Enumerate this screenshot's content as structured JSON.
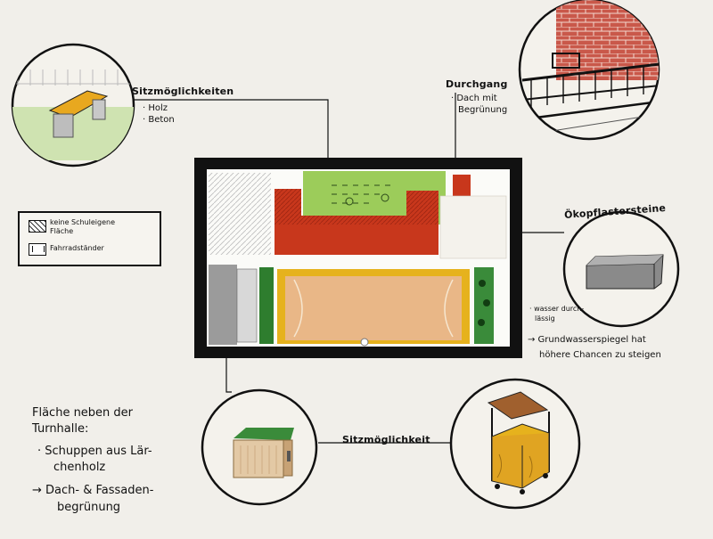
{
  "labels": {
    "seating_options": "Sitzmöglichkeiten",
    "seating_wood": "· Holz",
    "seating_concrete": "· Beton",
    "passage": "Durchgang",
    "passage_roof_line1": "· Dach mit",
    "passage_roof_line2": "Begrünung",
    "eco_paving": "Ökopflastersteine",
    "water_line1": "· wasser durch-",
    "water_line2": "lässig",
    "groundwater_line1": "→ Grundwasserspiegel hat",
    "groundwater_line2": "höhere Chancen zu steigen",
    "seating_single": "Sitzmöglichkeit",
    "gym_title_line1": "Fläche neben der",
    "gym_title_line2": "Turnhalle:",
    "gym_shed_line1": "· Schuppen aus Lär-",
    "gym_shed_line2": "chenholz",
    "gym_green_line1": "→ Dach- & Fassaden-",
    "gym_green_line2": "begrünung"
  },
  "legend": {
    "item1_line1": "keine Schuleigene",
    "item1_line2": "Fläche",
    "item2": "Fahrradständer"
  },
  "colors": {
    "paper": "#f1efea",
    "ink": "#111111",
    "red": "#c8371c",
    "green": "#8cc24a",
    "orange_field": "#e9b787",
    "yellow": "#e6b21d",
    "dark_green": "#2e7d2e",
    "grey": "#8a8a8a",
    "brick": "#c9584a"
  }
}
